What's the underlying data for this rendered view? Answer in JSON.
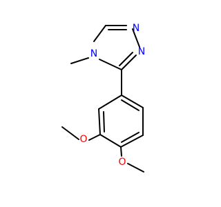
{
  "molecule": {
    "atoms": {
      "n1": "N",
      "n2": "N",
      "n4": "N",
      "o_meta": "O",
      "o_para": "O"
    },
    "colors": {
      "nitrogen": "#0000FF",
      "oxygen": "#FF0000",
      "bond": "#000000",
      "background": "#FFFFFF"
    }
  }
}
